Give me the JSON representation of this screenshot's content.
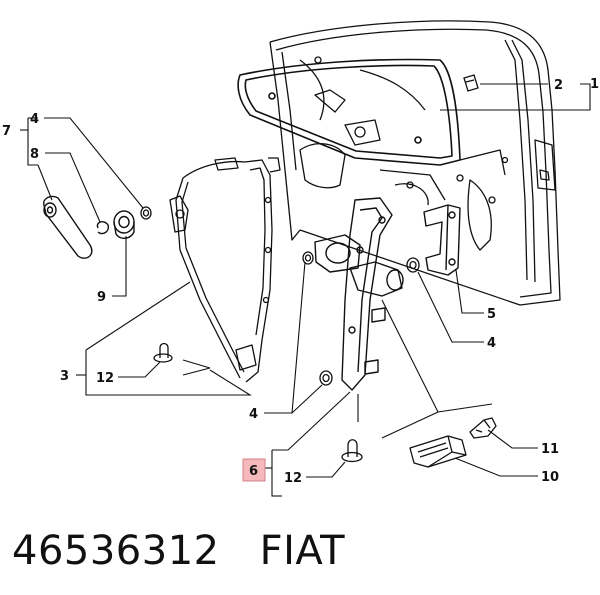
{
  "diagram": {
    "highlight_color": "#f4b8bd",
    "callouts": [
      {
        "id": "1",
        "text": "1"
      },
      {
        "id": "2",
        "text": "2"
      },
      {
        "id": "3",
        "text": "3"
      },
      {
        "id": "4a",
        "text": "4"
      },
      {
        "id": "4b",
        "text": "4"
      },
      {
        "id": "4c",
        "text": "4"
      },
      {
        "id": "5",
        "text": "5"
      },
      {
        "id": "6",
        "text": "6",
        "highlighted": true
      },
      {
        "id": "7",
        "text": "7"
      },
      {
        "id": "8",
        "text": "8"
      },
      {
        "id": "9",
        "text": "9"
      },
      {
        "id": "10",
        "text": "10"
      },
      {
        "id": "11",
        "text": "11"
      },
      {
        "id": "12a",
        "text": "12"
      },
      {
        "id": "12b",
        "text": "12"
      }
    ]
  },
  "footer": {
    "part_number": "46536312",
    "brand": "FIAT"
  }
}
